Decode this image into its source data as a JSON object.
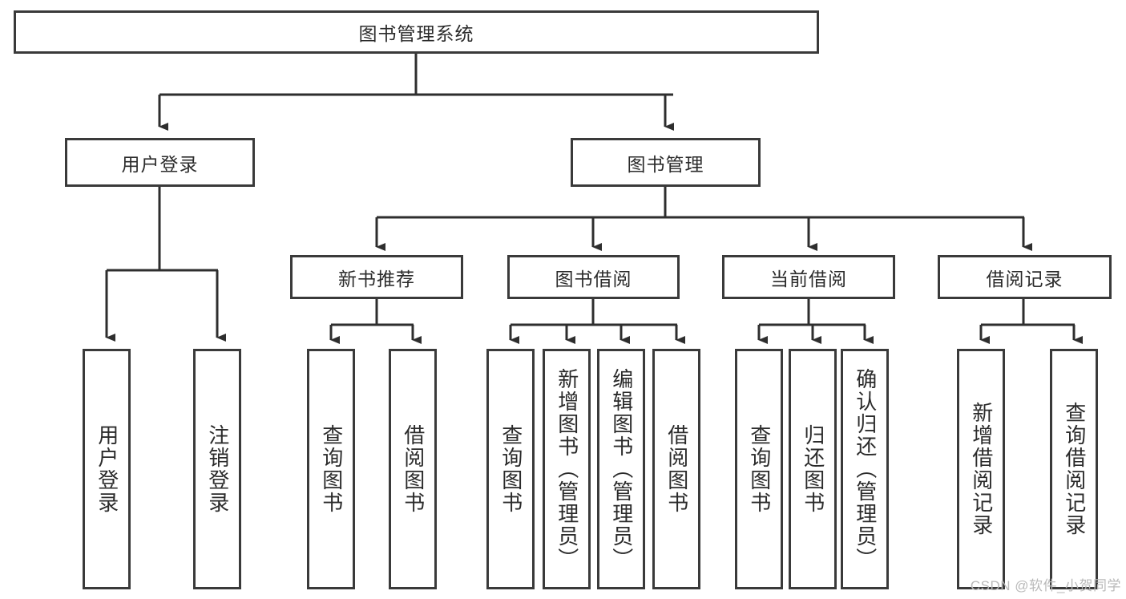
{
  "diagram": {
    "title": "图书管理系统",
    "type": "hierarchy-tree",
    "root": {
      "label": "图书管理系统"
    },
    "level1": [
      {
        "label": "用户登录"
      },
      {
        "label": "图书管理"
      }
    ],
    "level2": [
      {
        "label": "新书推荐"
      },
      {
        "label": "图书借阅"
      },
      {
        "label": "当前借阅"
      },
      {
        "label": "借阅记录"
      }
    ],
    "leaves": {
      "user_login": [
        {
          "label": "用户登录"
        },
        {
          "label": "注销登录"
        }
      ],
      "new_book_recommend": [
        {
          "label": "查询图书"
        },
        {
          "label": "借阅图书"
        }
      ],
      "book_borrow": [
        {
          "label": "查询图书"
        },
        {
          "label": "新增图书（管理员）"
        },
        {
          "label": "编辑图书（管理员）"
        },
        {
          "label": "借阅图书"
        }
      ],
      "current_borrow": [
        {
          "label": "查询图书"
        },
        {
          "label": "归还图书"
        },
        {
          "label": "确认归还（管理员）"
        }
      ],
      "borrow_record": [
        {
          "label": "新增借阅记录"
        },
        {
          "label": "查询借阅记录"
        }
      ]
    }
  },
  "watermark": {
    "text": "CSDN @软件_小贺同学"
  },
  "colors": {
    "box_border": "#3a3a3a",
    "box_fill": "#ffffff",
    "line": "#2e2e2e",
    "text": "#2b2b2b",
    "watermark": "#b9b9b9"
  }
}
